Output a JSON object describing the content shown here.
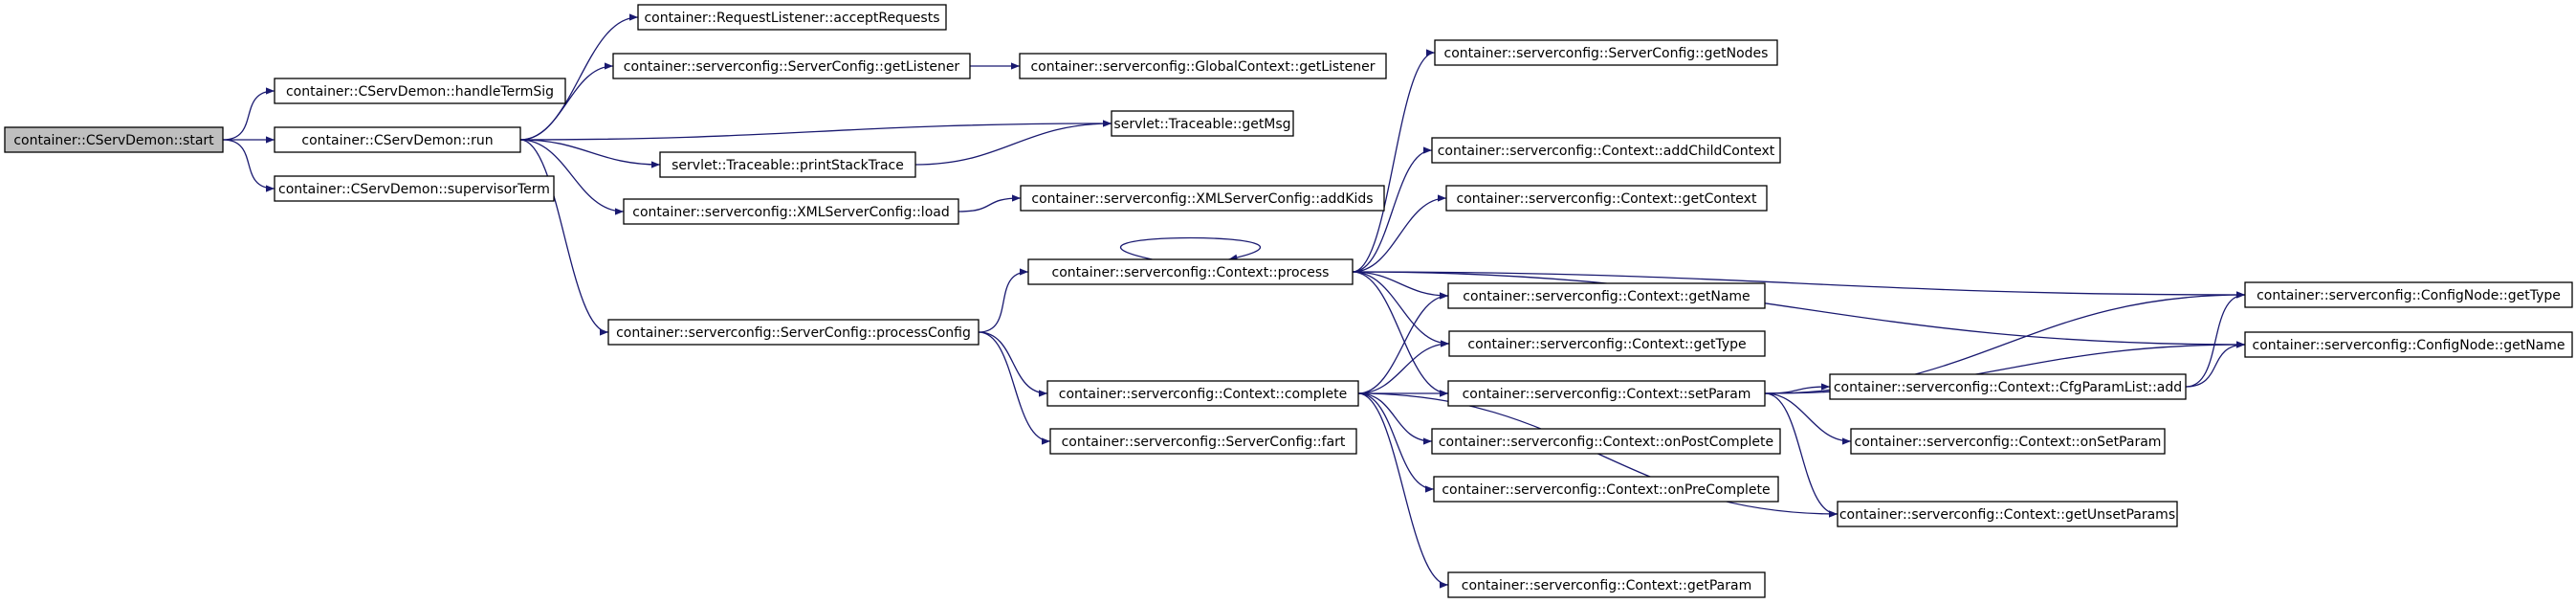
{
  "colors": {
    "edge": "#191970",
    "root_fill": "#bfbfbf",
    "node_fill": "#ffffff",
    "border": "#000000"
  },
  "nodes": [
    {
      "id": "start",
      "label": "container::CServDemon::start",
      "root": true
    },
    {
      "id": "handleTermSig",
      "label": "container::CServDemon::handleTermSig"
    },
    {
      "id": "run",
      "label": "container::CServDemon::run"
    },
    {
      "id": "supervisorTerm",
      "label": "container::CServDemon::supervisorTerm"
    },
    {
      "id": "acceptRequests",
      "label": "container::RequestListener::acceptRequests"
    },
    {
      "id": "scGetListener",
      "label": "container::serverconfig::ServerConfig::getListener"
    },
    {
      "id": "gcGetListener",
      "label": "container::serverconfig::GlobalContext::getListener"
    },
    {
      "id": "getMsg",
      "label": "servlet::Traceable::getMsg"
    },
    {
      "id": "printStackTrace",
      "label": "servlet::Traceable::printStackTrace"
    },
    {
      "id": "xmlLoad",
      "label": "container::serverconfig::XMLServerConfig::load"
    },
    {
      "id": "addKids",
      "label": "container::serverconfig::XMLServerConfig::addKids"
    },
    {
      "id": "processConfig",
      "label": "container::serverconfig::ServerConfig::processConfig"
    },
    {
      "id": "process",
      "label": "container::serverconfig::Context::process"
    },
    {
      "id": "complete",
      "label": "container::serverconfig::Context::complete"
    },
    {
      "id": "fart",
      "label": "container::serverconfig::ServerConfig::fart"
    },
    {
      "id": "getNodes",
      "label": "container::serverconfig::ServerConfig::getNodes"
    },
    {
      "id": "addChildContext",
      "label": "container::serverconfig::Context::addChildContext"
    },
    {
      "id": "getContext",
      "label": "container::serverconfig::Context::getContext"
    },
    {
      "id": "ctxGetName",
      "label": "container::serverconfig::Context::getName"
    },
    {
      "id": "ctxGetType",
      "label": "container::serverconfig::Context::getType"
    },
    {
      "id": "setParam",
      "label": "container::serverconfig::Context::setParam"
    },
    {
      "id": "onPostComplete",
      "label": "container::serverconfig::Context::onPostComplete"
    },
    {
      "id": "onPreComplete",
      "label": "container::serverconfig::Context::onPreComplete"
    },
    {
      "id": "getParam",
      "label": "container::serverconfig::Context::getParam"
    },
    {
      "id": "cfgAdd",
      "label": "container::serverconfig::Context::CfgParamList::add"
    },
    {
      "id": "onSetParam",
      "label": "container::serverconfig::Context::onSetParam"
    },
    {
      "id": "getUnsetParams",
      "label": "container::serverconfig::Context::getUnsetParams"
    },
    {
      "id": "cnGetType",
      "label": "container::serverconfig::ConfigNode::getType"
    },
    {
      "id": "cnGetName",
      "label": "container::serverconfig::ConfigNode::getName"
    }
  ],
  "edges": [
    [
      "start",
      "handleTermSig"
    ],
    [
      "start",
      "run"
    ],
    [
      "start",
      "supervisorTerm"
    ],
    [
      "run",
      "acceptRequests"
    ],
    [
      "run",
      "scGetListener"
    ],
    [
      "run",
      "getMsg"
    ],
    [
      "run",
      "printStackTrace"
    ],
    [
      "run",
      "xmlLoad"
    ],
    [
      "run",
      "processConfig"
    ],
    [
      "scGetListener",
      "gcGetListener"
    ],
    [
      "printStackTrace",
      "getMsg"
    ],
    [
      "xmlLoad",
      "addKids"
    ],
    [
      "processConfig",
      "process"
    ],
    [
      "processConfig",
      "complete"
    ],
    [
      "processConfig",
      "fart"
    ],
    [
      "process",
      "process"
    ],
    [
      "process",
      "getNodes"
    ],
    [
      "process",
      "addChildContext"
    ],
    [
      "process",
      "getContext"
    ],
    [
      "process",
      "cnGetType"
    ],
    [
      "process",
      "cnGetName"
    ],
    [
      "process",
      "ctxGetName"
    ],
    [
      "process",
      "ctxGetType"
    ],
    [
      "process",
      "setParam"
    ],
    [
      "complete",
      "ctxGetName"
    ],
    [
      "complete",
      "ctxGetType"
    ],
    [
      "complete",
      "setParam"
    ],
    [
      "complete",
      "onPostComplete"
    ],
    [
      "complete",
      "onPreComplete"
    ],
    [
      "complete",
      "getUnsetParams"
    ],
    [
      "complete",
      "getParam"
    ],
    [
      "setParam",
      "cfgAdd"
    ],
    [
      "setParam",
      "cnGetType"
    ],
    [
      "setParam",
      "cnGetName"
    ],
    [
      "setParam",
      "onSetParam"
    ],
    [
      "setParam",
      "getUnsetParams"
    ],
    [
      "cfgAdd",
      "cnGetType"
    ],
    [
      "cfgAdd",
      "cnGetName"
    ]
  ]
}
